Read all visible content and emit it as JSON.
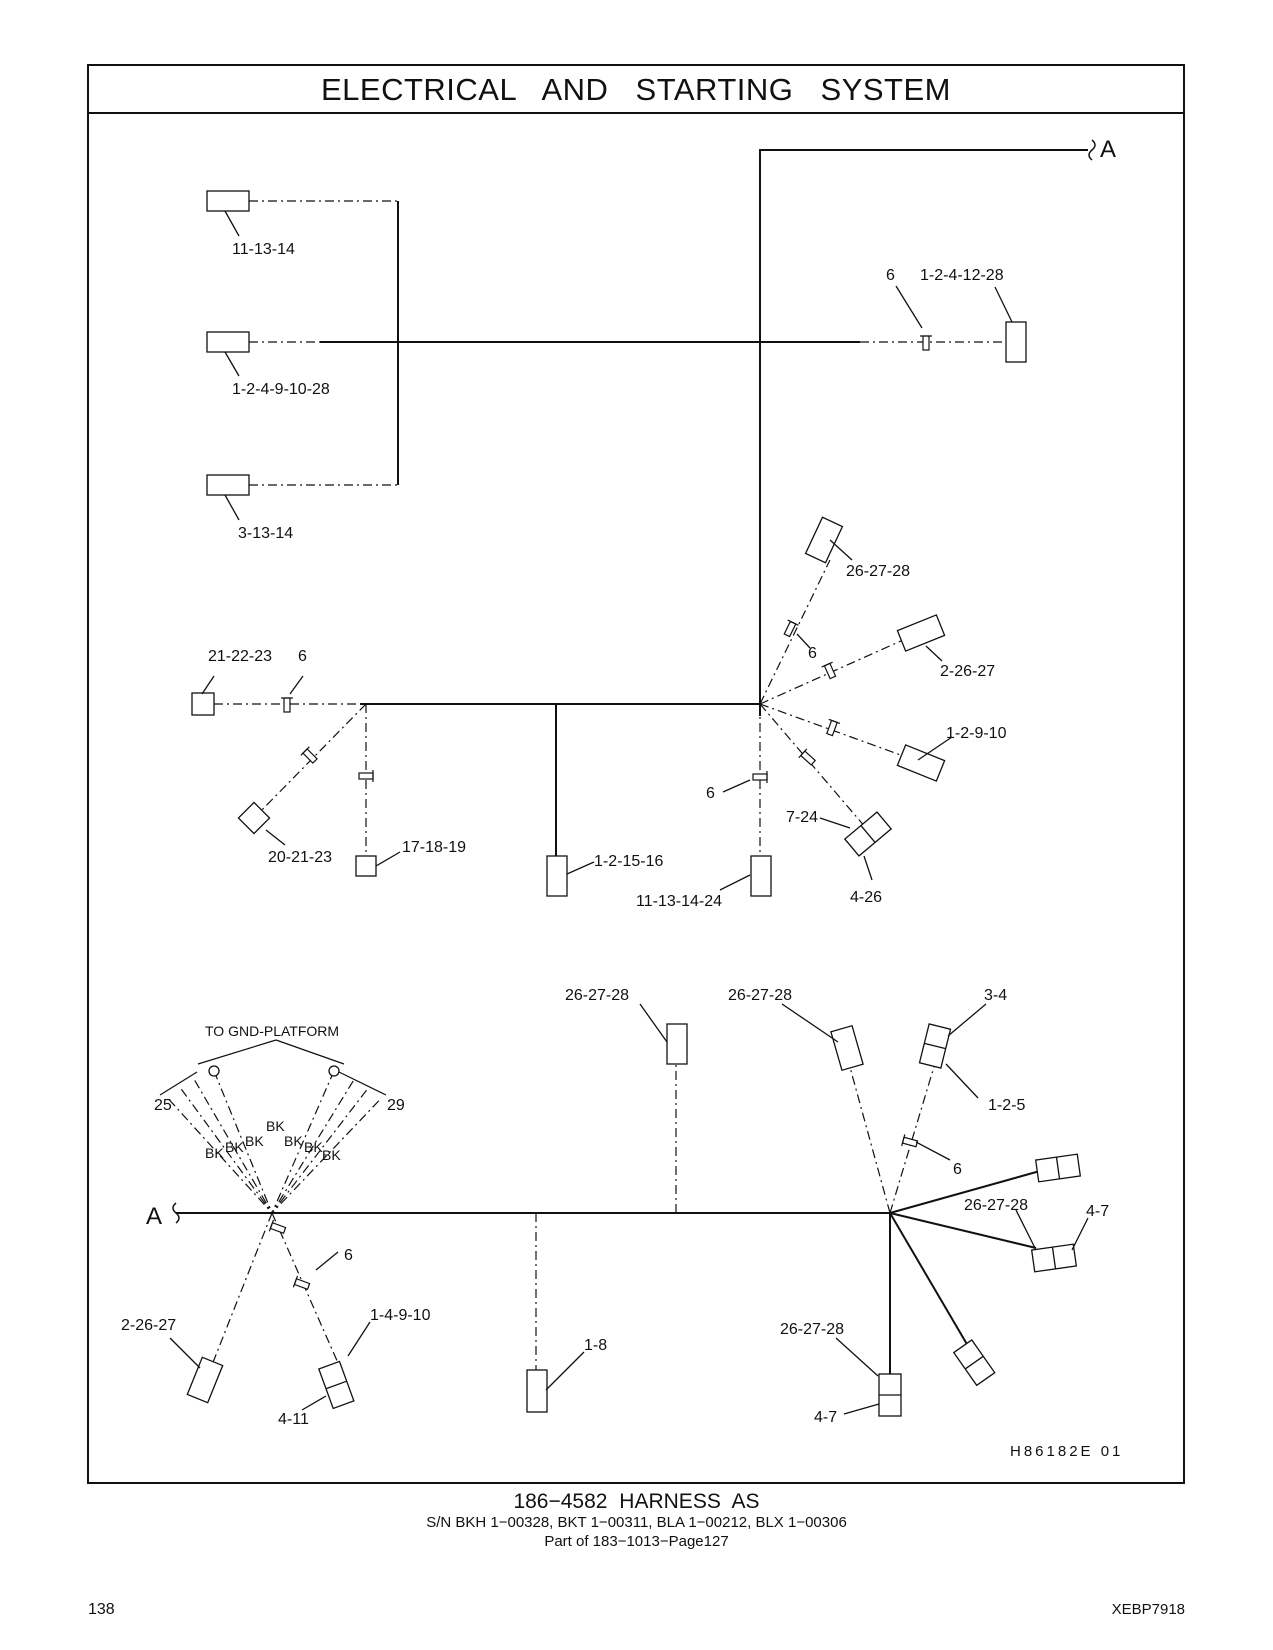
{
  "header": {
    "title": "ELECTRICAL AND STARTING SYSTEM"
  },
  "footer": {
    "part_title": "186−4582 HARNESS AS",
    "serials": "S/N BKH 1−00328, BKT 1−00311, BLA 1−00212, BLX 1−00306",
    "part_of": "Part of 183−1013−Page127",
    "page_number": "138",
    "document_id": "XEBP7918"
  },
  "drawing_id": "H86182E 01",
  "connection_labels": {
    "top_right": "A",
    "bottom_left": "A"
  },
  "top_section": {
    "callouts": {
      "c1": "11-13-14",
      "c2": "1-2-4-9-10-28",
      "c3": "3-13-14",
      "c4": "6",
      "c5": "1-2-4-12-28",
      "c6": "26-27-28",
      "c7": "6",
      "c8": "2-26-27",
      "c9": "1-2-9-10",
      "c10": "21-22-23",
      "c11": "6",
      "c12": "20-21-23",
      "c13": "17-18-19",
      "c14": "1-2-15-16",
      "c15": "6",
      "c16": "11-13-14-24",
      "c17": "7-24",
      "c18": "4-26"
    }
  },
  "bottom_section": {
    "ground_label": "TO GND-PLATFORM",
    "wire_color": "BK",
    "callouts": {
      "c1": "25",
      "c2": "29",
      "c3": "26-27-28",
      "c4": "26-27-28",
      "c5": "3-4",
      "c6": "1-2-5",
      "c7": "6",
      "c8": "26-27-28",
      "c9": "4-7",
      "c10": "6",
      "c11": "2-26-27",
      "c12": "1-4-9-10",
      "c13": "4-11",
      "c14": "1-8",
      "c15": "26-27-28",
      "c16": "4-7"
    }
  }
}
